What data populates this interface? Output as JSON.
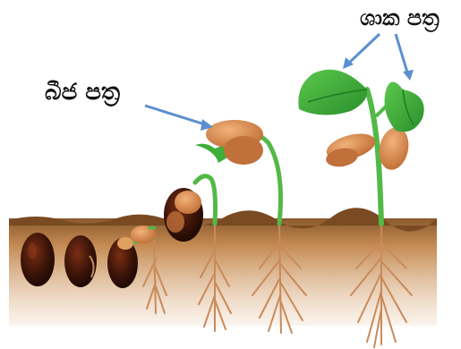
{
  "labels": {
    "true_leaves": "ශාක පත්‍ර",
    "seed_leaves": "බීජ පත්‍ර"
  },
  "colors": {
    "soil": "#c48a52",
    "soil_dark": "#7a4a22",
    "stem": "#52b947",
    "leaf": "#3fae3a",
    "leaf_dark": "#1f7a22",
    "seed_dark": "#3a1408",
    "cotyledon": "#d9884a",
    "root": "#c98a5a",
    "arrow": "#5b8fd0"
  },
  "icons": {
    "stages": [
      "seed",
      "seed",
      "seed",
      "sprouting-seed",
      "hook-seedling",
      "cotyledon-seedling",
      "leafy-seedling"
    ]
  }
}
